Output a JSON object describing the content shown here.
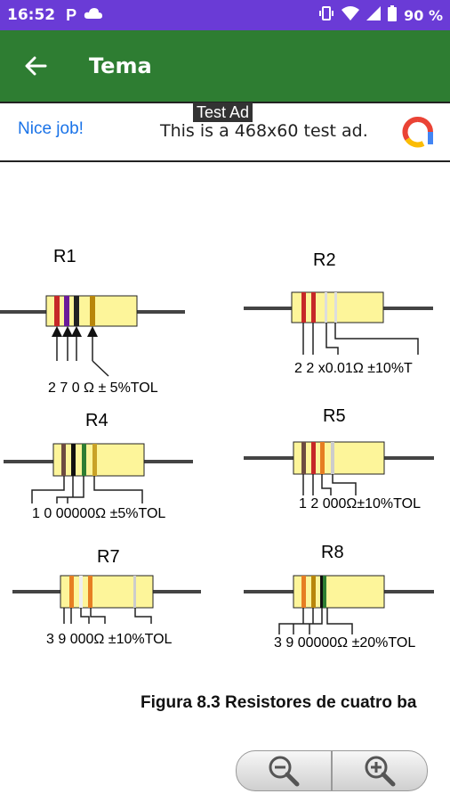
{
  "status": {
    "time": "16:52",
    "app_icon": "P",
    "battery": "90 %"
  },
  "header": {
    "title": "Tema",
    "back_icon": "arrow-left-icon"
  },
  "ad": {
    "label": "Test Ad",
    "nice": "Nice job!",
    "text": "This is a 468x60 test ad."
  },
  "figure": {
    "resistors": [
      {
        "name": "R1",
        "code": "2 7 0 Ω ± 5%TOL"
      },
      {
        "name": "R2",
        "code": "2 2  x0.01Ω   ±10%T"
      },
      {
        "name": "R4",
        "code": "1 0  00000Ω ±5%TOL"
      },
      {
        "name": "R5",
        "code": "1 2  000Ω±10%TOL"
      },
      {
        "name": "R7",
        "code": "3   9  000Ω ±10%TOL"
      },
      {
        "name": "R8",
        "code": "3  9  00000Ω ±20%TOL"
      }
    ],
    "caption": "Figura 8.3 Resistores de cuatro ba"
  },
  "zoom": {
    "out_icon": "zoom-out-icon",
    "in_icon": "zoom-in-icon"
  }
}
